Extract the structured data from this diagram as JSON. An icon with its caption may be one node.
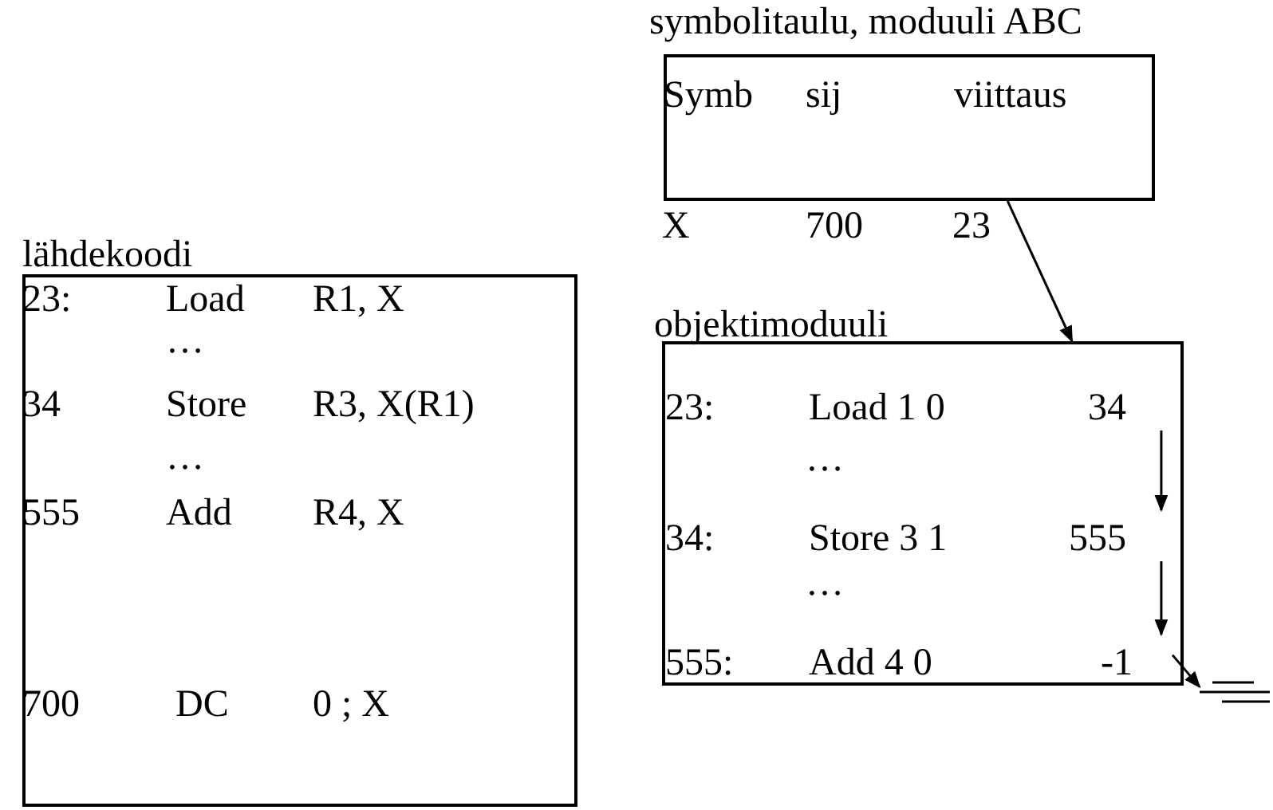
{
  "diagram": {
    "nodes": [
      {
        "text": [
          "symbolitaulu, moduuli ABC",
          "Symb",
          "sij",
          "viittaus",
          "X",
          "700",
          "23"
        ]
      },
      {
        "text": [
          "lähdekoodi",
          "23:",
          "Load",
          "R1, X",
          "…",
          "34",
          "Store",
          "R3, X(R1)",
          "…",
          "555",
          "Add",
          "R4, X",
          "700",
          "DC",
          "0 ; X"
        ]
      },
      {
        "text": [
          "objektimoduuli",
          "…",
          "…"
        ]
      },
      {
        "text": [
          "23:",
          "Load 1 0",
          "34"
        ],
        "in": 2
      },
      {
        "text": [
          "34:",
          "Store 3 1",
          "555"
        ],
        "in": 2
      },
      {
        "text": [
          "555:",
          "Add 4 0",
          "-1"
        ],
        "in": 2
      },
      {
        "text": [],
        "shape": "ground"
      }
    ],
    "edges": [
      {
        "from": 0,
        "to": 2,
        "arrow": "to"
      },
      {
        "from": 3,
        "to": 4,
        "arrow": "to"
      },
      {
        "from": 4,
        "to": 5,
        "arrow": "to"
      },
      {
        "from": 5,
        "to": 6,
        "arrow": "to"
      }
    ]
  }
}
